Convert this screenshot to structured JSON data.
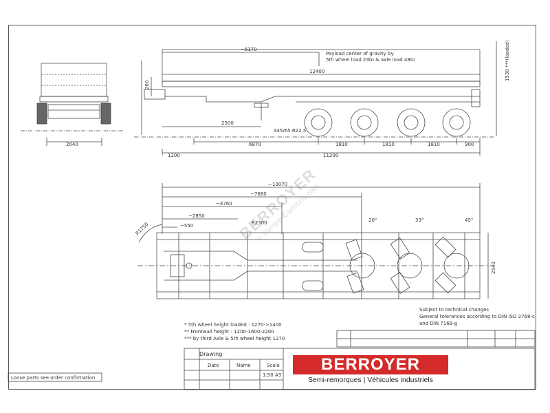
{
  "dimensions": {
    "rear_width": "2040",
    "payload_dist": "~6170",
    "payload_note_l1": "Payload center of gravity by",
    "payload_note_l2": "5th wheel load 23to & axle load 48to",
    "total_length": "12400",
    "side_height_loaded": "1530 ***(loaded)",
    "rail_height": "260",
    "front_clear": "2500",
    "tyre": "445/65 R22.5",
    "kingpin_to_axle": "6870",
    "axle_spacing_1": "1810",
    "axle_spacing_2": "1810",
    "axle_spacing_3": "1810",
    "rear_overhang": "900",
    "front_overhang": "1200",
    "wheelbase_total": "11200",
    "top_len_1": "~10070",
    "top_len_2": "~7660",
    "top_len_3": "~4760",
    "top_len_4": "~2850",
    "top_len_5": "~550",
    "radius_1": "R1750",
    "radius_2": "R2300",
    "angle_1": "20°",
    "angle_2": "33°",
    "angle_3": "45°",
    "overall_width": "2540"
  },
  "notes": {
    "subject_l1": "Subject to technical changes",
    "subject_l2": "General tolerances according to DIN ISO 2768-c",
    "subject_l3": "and DIN 7168-g",
    "foot_1": "* 5th wheel height loaded : 1270->1400",
    "foot_2": "** Frontwall height : 1200-1600-2200",
    "foot_3": "*** by third Axle & 5th wheel height 1270",
    "loose_parts": "Loose parts see order confirmation"
  },
  "title_block": {
    "drawing": "Drawing",
    "date": "Date",
    "name": "Name",
    "scale": "Scale",
    "scale_value": "1:50 A3"
  },
  "brand": {
    "name": "BERROYER",
    "sub": "Semi-remorques  |  Véhicules industriels",
    "color": "#d42a2a"
  },
  "watermark": {
    "l1": "BERROYER",
    "l2": "© Europe-Camions.com"
  }
}
